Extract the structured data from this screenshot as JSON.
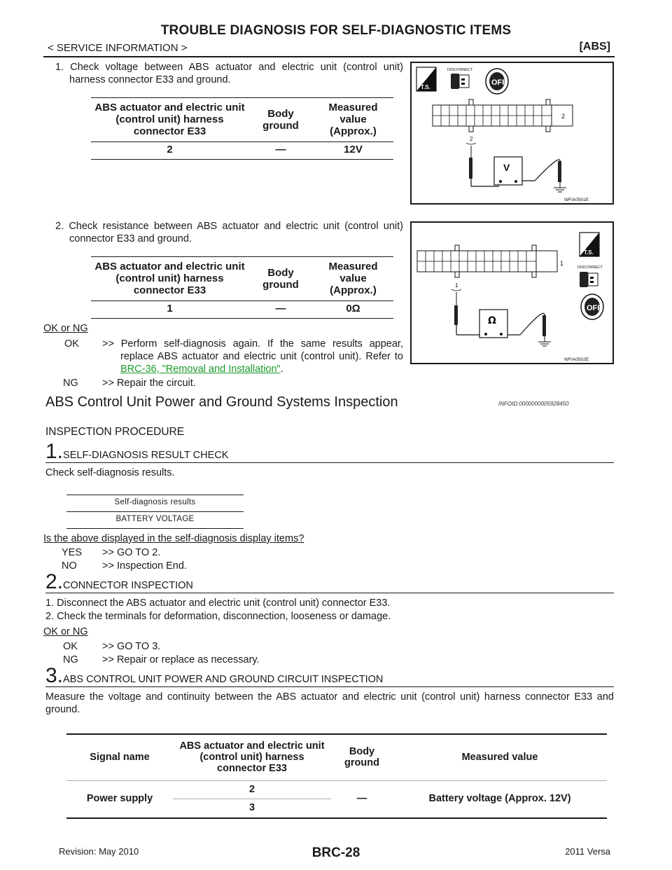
{
  "header": {
    "title": "TROUBLE DIAGNOSIS FOR SELF-DIAGNOSTIC ITEMS",
    "section": "< SERVICE INFORMATION >",
    "tag": "[ABS]"
  },
  "upper": {
    "step1_text": "1.  Check voltage between ABS actuator and electric unit (control unit) harness connector E33 and ground.",
    "table1": {
      "headers": [
        "ABS actuator and electric unit (control unit) harness connector E33",
        "Body ground",
        "Measured value (Approx.)"
      ],
      "row": [
        "2",
        "—",
        "12V"
      ]
    },
    "step2_text": "2.  Check resistance between ABS actuator and electric unit (control unit) connector E33 and ground.",
    "table2": {
      "headers": [
        "ABS actuator and electric unit (control unit) harness connector E33",
        "Body ground",
        "Measured value (Approx.)"
      ],
      "row": [
        "1",
        "—",
        "0Ω"
      ]
    },
    "ok_ng": "OK or NG",
    "ok_label": "OK",
    "ok_text": ">> Perform self-diagnosis again. If the same results appear, replace ABS actuator and electric unit (control unit). Refer to",
    "ok_link": "BRC-36, \"Removal and Installation\"",
    "ng_label": "NG",
    "ng_text": ">> Repair the circuit.",
    "fig1": {
      "disconnect": "DISCONNECT",
      "ts": "T.S.",
      "pin": "2",
      "meter": "V",
      "plus": "+",
      "minus": "−",
      "off": "OFF",
      "caption": "WFIA0501E"
    },
    "fig2": {
      "disconnect": "DISCONNECT",
      "ts": "T.S.",
      "pin": "1",
      "meter": "Ω",
      "off": "OFF",
      "caption": "WFIA0502E"
    }
  },
  "section": {
    "heading": "ABS Control Unit Power and Ground Systems Inspection",
    "infoid": "INFOID:0000000005928450",
    "procedure": "INSPECTION PROCEDURE"
  },
  "step1": {
    "num": "1.",
    "title": "SELF-DIAGNOSIS RESULT CHECK",
    "text": "Check self-diagnosis results.",
    "table_header": "Self-diagnosis results",
    "table_value": "BATTERY VOLTAGE",
    "question": "Is the above displayed in the self-diagnosis display items?",
    "yes_label": "YES",
    "yes_text": ">> GO TO 2.",
    "no_label": "NO",
    "no_text": ">> Inspection End."
  },
  "step2": {
    "num": "2.",
    "title": "CONNECTOR INSPECTION",
    "line1": "1.  Disconnect the ABS actuator and electric unit (control unit) connector E33.",
    "line2": "2.  Check the terminals for deformation, disconnection, looseness or damage.",
    "ok_ng": "OK or NG",
    "ok_label": "OK",
    "ok_text": ">> GO TO 3.",
    "ng_label": "NG",
    "ng_text": ">> Repair or replace as necessary."
  },
  "step3": {
    "num": "3.",
    "title": "ABS CONTROL UNIT POWER AND GROUND CIRCUIT INSPECTION",
    "text": "Measure the voltage and continuity between the ABS actuator and electric unit (control unit) harness connector E33 and ground.",
    "table": {
      "headers": [
        "Signal name",
        "ABS actuator and electric unit (control unit) harness connector E33",
        "Body ground",
        "Measured value"
      ],
      "signal": "Power supply",
      "pins": [
        "2",
        "3"
      ],
      "ground": "—",
      "value": "Battery voltage (Approx. 12V)"
    }
  },
  "footer": {
    "revision": "Revision: May 2010",
    "page": "BRC-28",
    "model": "2011 Versa"
  }
}
